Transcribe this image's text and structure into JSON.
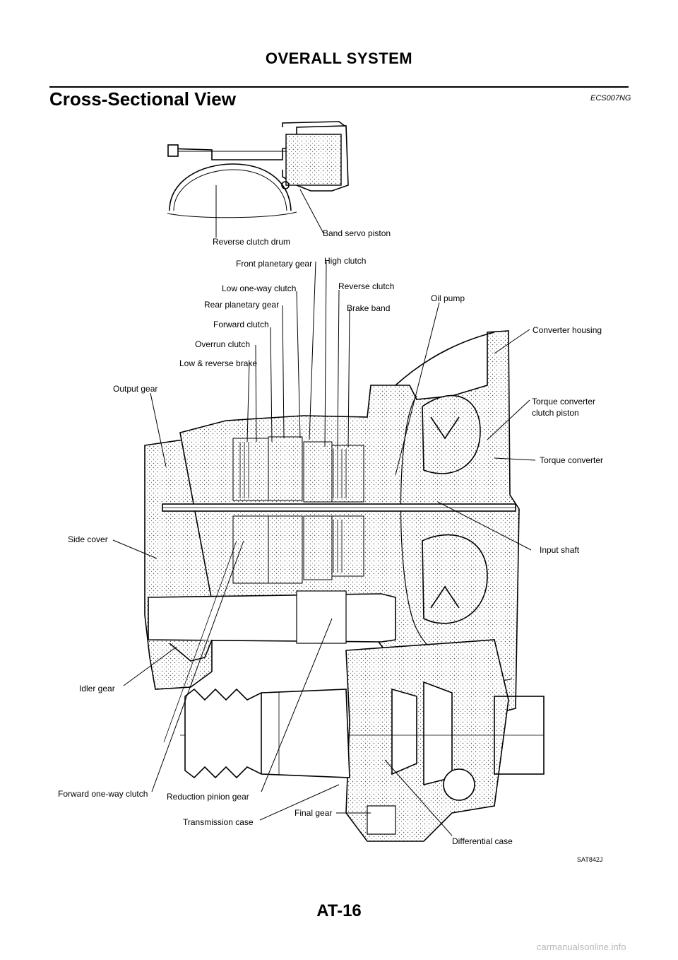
{
  "page": {
    "header": "OVERALL SYSTEM",
    "section_title": "Cross-Sectional View",
    "ref_code": "ECS007NG",
    "figure_code": "SAT842J",
    "page_number": "AT-16",
    "watermark": "carmanualsonline.info"
  },
  "labels": {
    "reverse_clutch_drum": "Reverse clutch drum",
    "band_servo_piston": "Band servo piston",
    "front_planetary_gear": "Front planetary gear",
    "high_clutch": "High clutch",
    "low_one_way_clutch": "Low one-way clutch",
    "reverse_clutch": "Reverse clutch",
    "rear_planetary_gear": "Rear planetary gear",
    "brake_band": "Brake band",
    "oil_pump": "Oil pump",
    "forward_clutch": "Forward clutch",
    "converter_housing": "Converter housing",
    "overrun_clutch": "Overrun clutch",
    "low_reverse_brake": "Low & reverse brake",
    "output_gear": "Output gear",
    "torque_converter_clutch_piston_1": "Torque converter",
    "torque_converter_clutch_piston_2": "clutch piston",
    "torque_converter": "Torque converter",
    "side_cover": "Side cover",
    "input_shaft": "Input shaft",
    "idler_gear": "Idler gear",
    "forward_one_way_clutch": "Forward one-way clutch",
    "reduction_pinion_gear": "Reduction pinion gear",
    "transmission_case": "Transmission case",
    "final_gear": "Final gear",
    "differential_case": "Differential case"
  }
}
